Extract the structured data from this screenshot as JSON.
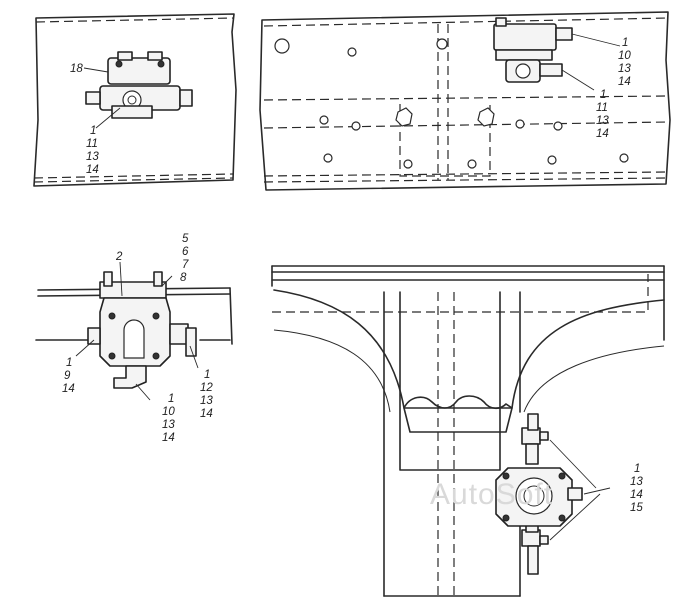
{
  "watermark": "AutoSoft",
  "views": {
    "top_left": {
      "callouts": [
        "18",
        "1",
        "11",
        "13",
        "14"
      ]
    },
    "top_right": {
      "callout_a": [
        "1",
        "10",
        "13",
        "14"
      ],
      "callout_b": [
        "1",
        "11",
        "13",
        "14"
      ]
    },
    "bottom_left": {
      "top_right_stack": [
        "5",
        "6",
        "7",
        "8"
      ],
      "bracket_label": "2",
      "left_stack": [
        "1",
        "9",
        "14"
      ],
      "right_stack": [
        "1",
        "12",
        "13",
        "14"
      ],
      "bottom_stack": [
        "1",
        "10",
        "13",
        "14"
      ]
    },
    "bottom_right": {
      "callouts": [
        "1",
        "13",
        "14",
        "15"
      ]
    }
  }
}
